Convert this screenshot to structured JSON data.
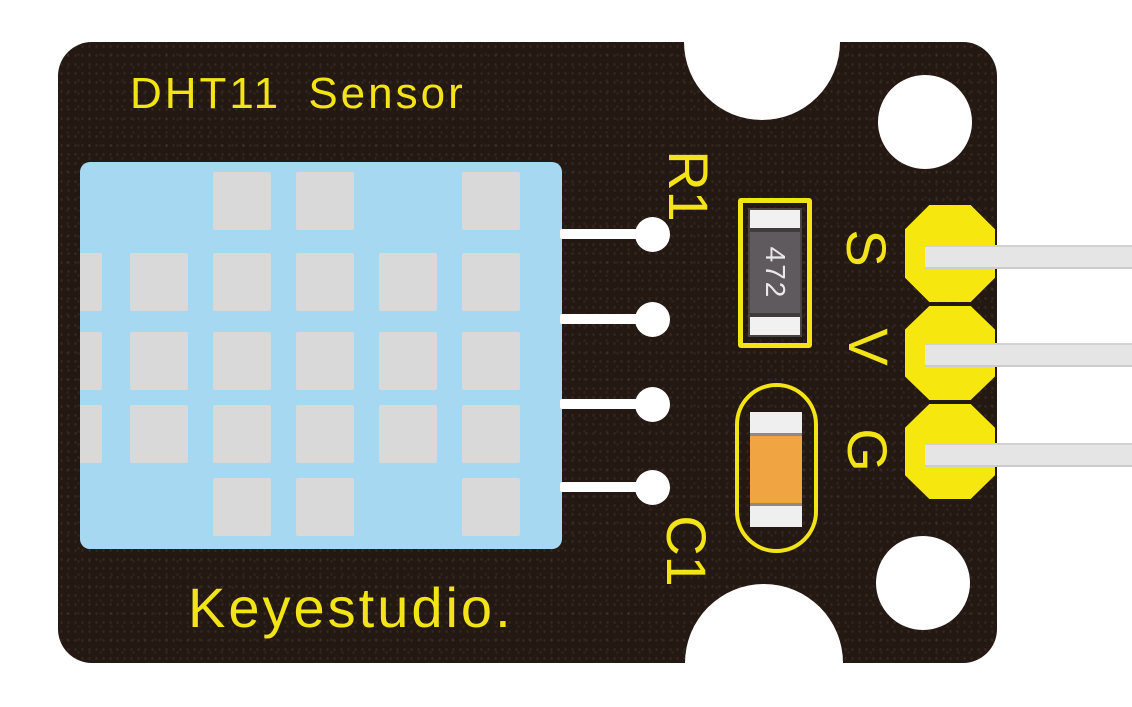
{
  "module": {
    "title": "DHT11 Sensor",
    "brand": "Keyestudio.",
    "designators": {
      "resistor": "R1",
      "capacitor": "C1"
    },
    "resistor_marking": "472",
    "pin_labels": [
      "S",
      "V",
      "G"
    ],
    "wire_count": 4,
    "sensor_grid": {
      "rows": 5,
      "cols": 6,
      "pattern": [
        [
          0,
          0,
          1,
          1,
          0,
          1
        ],
        [
          1,
          1,
          1,
          1,
          1,
          1
        ],
        [
          1,
          1,
          1,
          1,
          1,
          1
        ],
        [
          1,
          1,
          1,
          1,
          1,
          1
        ],
        [
          0,
          0,
          1,
          1,
          0,
          1
        ]
      ]
    },
    "colors": {
      "background": "#ffffff",
      "board": "#241813",
      "silkscreen_yellow": "#f2e417",
      "pad_yellow": "#f6e70e",
      "sensor_blue": "#a6d8f2",
      "sensor_square_gray": "#d9d9d9",
      "wire_white": "#ffffff",
      "pin_gray": "#e5e5e5",
      "resistor_gray": "#5e5a5e",
      "capacitor_orange": "#f0a442"
    }
  }
}
